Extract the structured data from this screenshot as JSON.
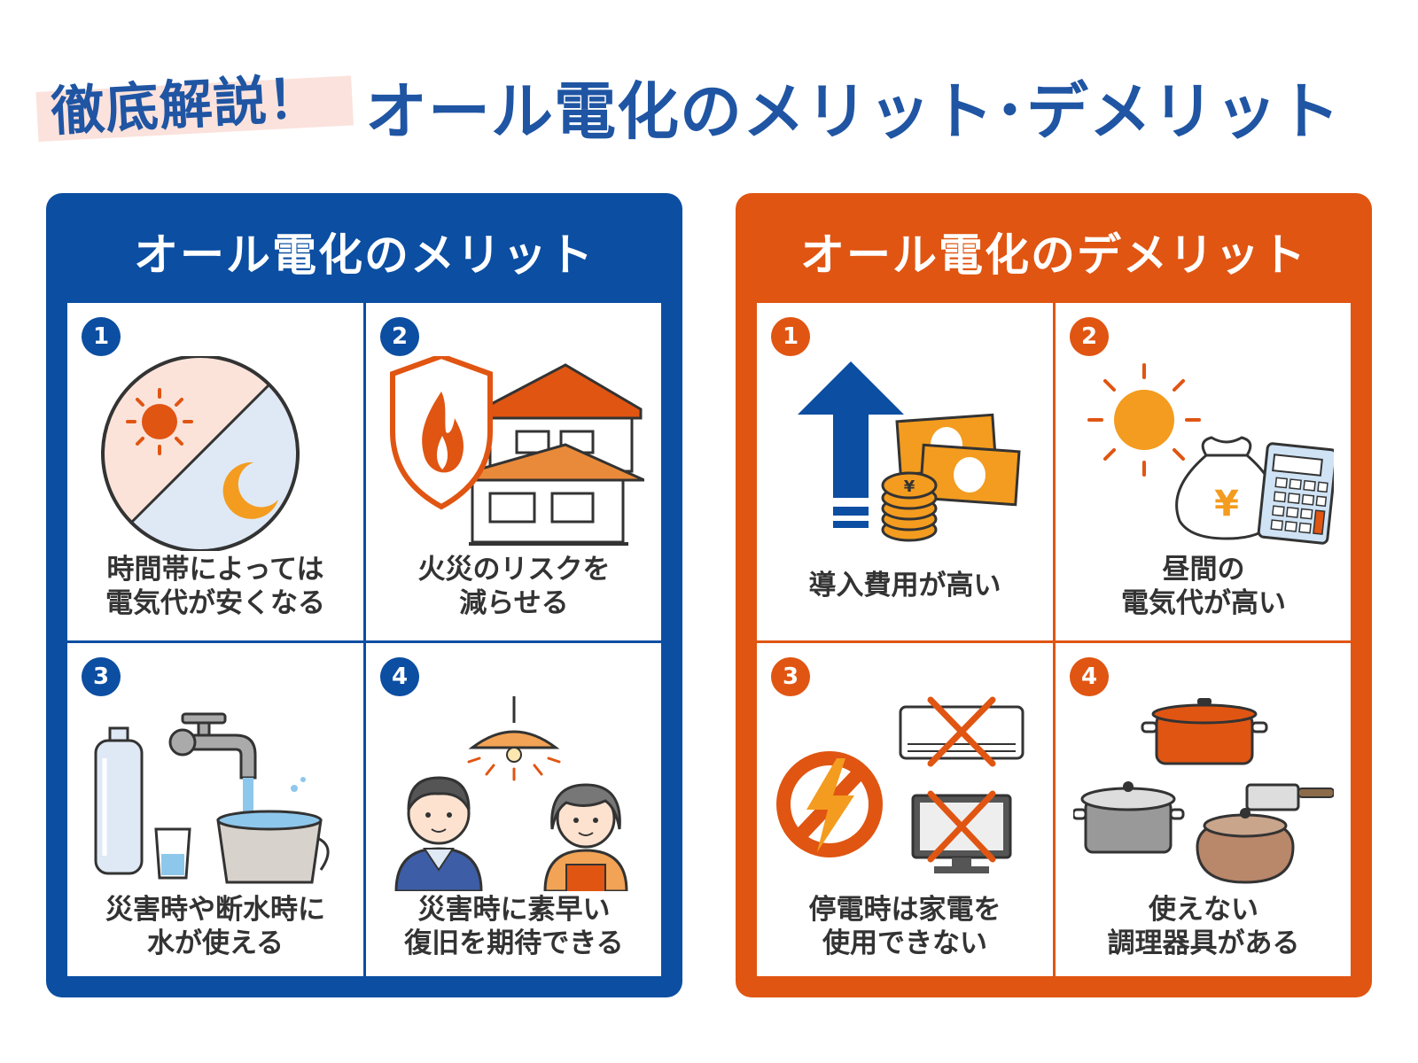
{
  "header": {
    "tag": "徹底解説！",
    "title": "オール電化のメリット･デメリット"
  },
  "merits": {
    "title": "オール電化のメリット",
    "items": [
      {
        "num": "1",
        "line1": "時間帯によっては",
        "line2": "電気代が安くなる"
      },
      {
        "num": "2",
        "line1": "火災のリスクを",
        "line2": "減らせる"
      },
      {
        "num": "3",
        "line1": "災害時や断水時に",
        "line2": "水が使える"
      },
      {
        "num": "4",
        "line1": "災害時に素早い",
        "line2": "復旧を期待できる"
      }
    ]
  },
  "demerits": {
    "title": "オール電化のデメリット",
    "items": [
      {
        "num": "1",
        "line1": "導入費用が高い",
        "line2": ""
      },
      {
        "num": "2",
        "line1": "昼間の",
        "line2": "電気代が高い"
      },
      {
        "num": "3",
        "line1": "停電時は家電を",
        "line2": "使用できない"
      },
      {
        "num": "4",
        "line1": "使えない",
        "line2": "調理器具がある"
      }
    ]
  },
  "colors": {
    "merit": "#0b4ea2",
    "demerit": "#e05512",
    "title": "#1f55a3",
    "accent_orange": "#f39c1f"
  },
  "icons": {
    "merit_1": "day-night-icon",
    "merit_2": "fire-shield-house-icon",
    "merit_3": "faucet-water-icon",
    "merit_4": "family-lamp-icon",
    "demerit_1": "cost-up-icon",
    "demerit_2": "sun-money-calculator-icon",
    "demerit_3": "power-outage-icon",
    "demerit_4": "cookware-icon"
  }
}
